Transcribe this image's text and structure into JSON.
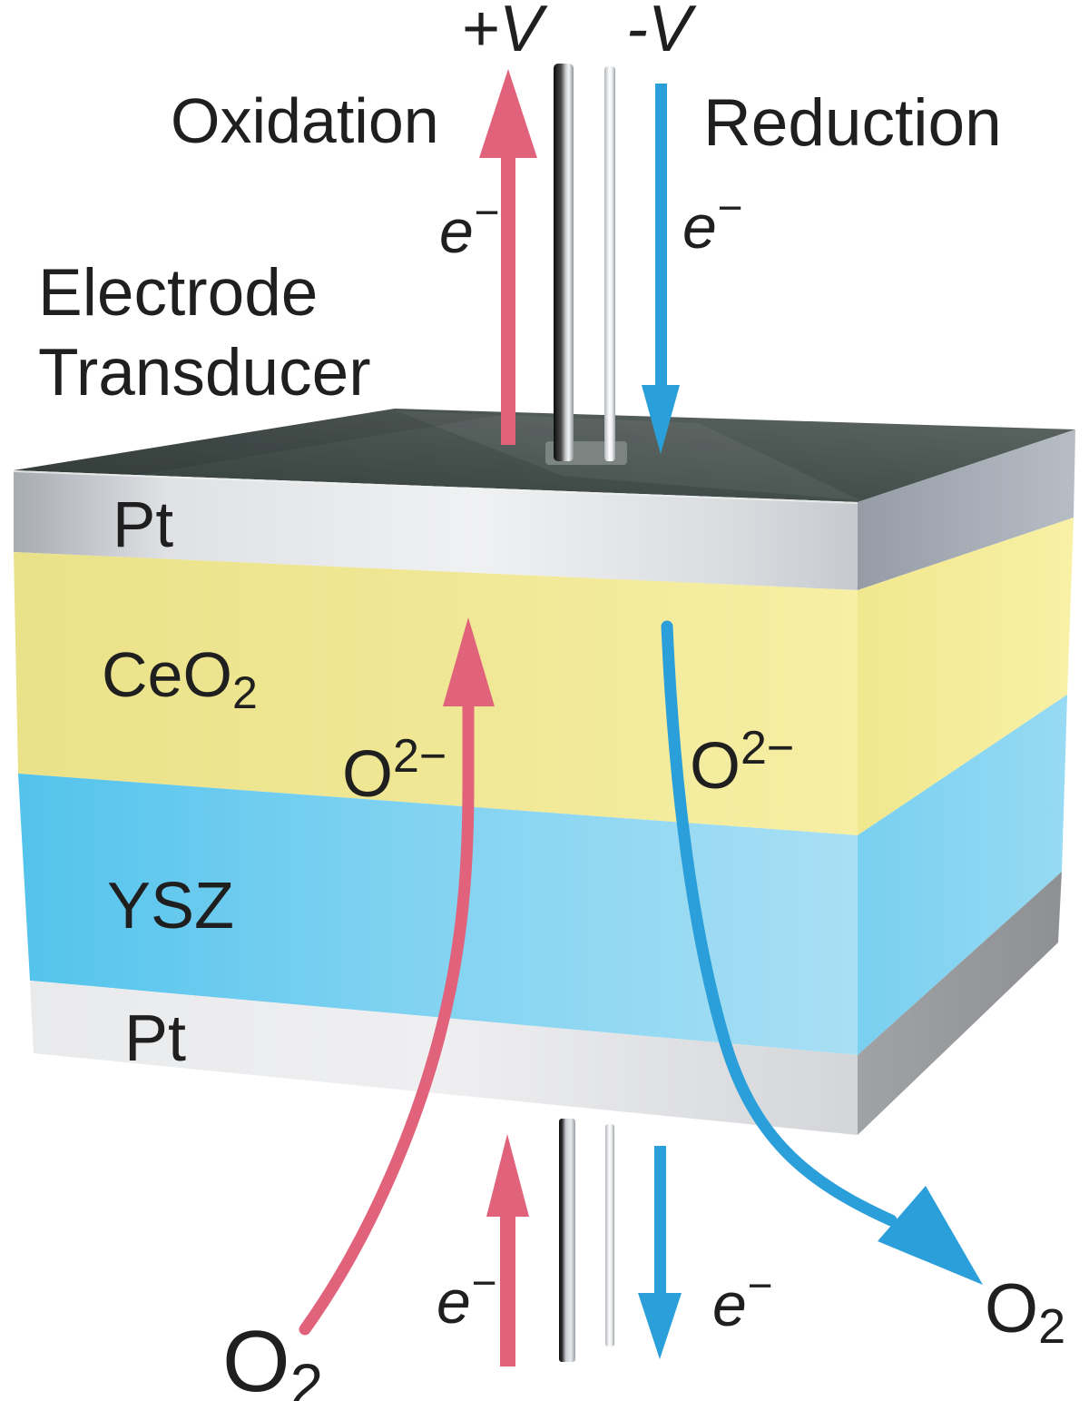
{
  "colors": {
    "oxidation": "#d5607a",
    "reduction": "#2b9fd9",
    "arrow_red": "#e0627b",
    "arrow_blue": "#2b9fd9",
    "text": "#1f1f1f",
    "ceo2_yellow": "#f0e795",
    "ysz_blue": "#7fd2f1",
    "pt_silver": "#d9dbde",
    "top_face_dark": "#47514e"
  },
  "header": {
    "plus_v": "+V",
    "minus_v": "-V",
    "oxidation": "Oxidation",
    "reduction": "Reduction"
  },
  "device": {
    "line1": "Electrode",
    "line2": "Transducer"
  },
  "layers": [
    {
      "name": "platinum-top",
      "label": "Pt",
      "color": "#d9dbde"
    },
    {
      "name": "ceria",
      "label": "CeO",
      "sub": "2",
      "color": "#f0e795"
    },
    {
      "name": "ysz",
      "label": "YSZ",
      "color": "#7fd2f1"
    },
    {
      "name": "platinum-bottom",
      "label": "Pt",
      "color": "#e4e5e7"
    }
  ],
  "species": {
    "electron": {
      "base": "e",
      "sup": "−"
    },
    "oxygen_ion": {
      "base": "O",
      "sup": "2−"
    },
    "oxygen_molecule": {
      "base": "O",
      "sub": "2"
    }
  }
}
